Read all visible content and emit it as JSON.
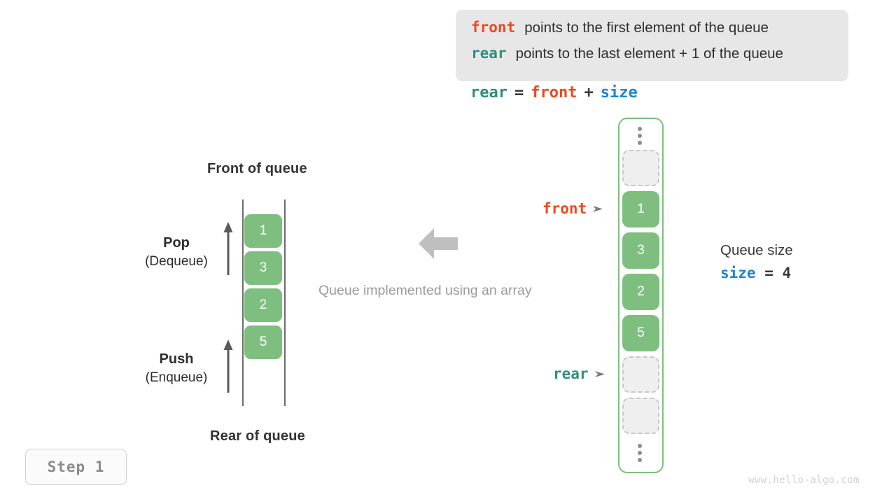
{
  "legend": {
    "lines": [
      {
        "key": "front",
        "key_color": "#ec4a1f",
        "text": "points to the first element of the queue"
      },
      {
        "key": "rear",
        "key_color": "#2f8f7f",
        "text": "points to the last element + 1 of the queue"
      }
    ]
  },
  "formula": {
    "lhs": "rear",
    "eq": "=",
    "rhs1": "front",
    "plus": "+",
    "rhs2": "size"
  },
  "left_queue": {
    "top_title": "Front of queue",
    "bottom_title": "Rear of queue",
    "cells": [
      "1",
      "3",
      "2",
      "5"
    ],
    "pop": {
      "main": "Pop",
      "sub": "(Dequeue)"
    },
    "push": {
      "main": "Push",
      "sub": "(Enqueue)"
    }
  },
  "middle": {
    "caption": "Queue implemented using an array",
    "arrow_icon": "arrow-left-icon"
  },
  "array": {
    "top_dots": "vertical-ellipsis-icon",
    "bottom_dots": "vertical-ellipsis-icon",
    "cells": [
      {
        "value": "",
        "state": "empty"
      },
      {
        "value": "1",
        "state": "filled"
      },
      {
        "value": "3",
        "state": "filled"
      },
      {
        "value": "2",
        "state": "filled"
      },
      {
        "value": "5",
        "state": "filled"
      },
      {
        "value": "",
        "state": "empty"
      },
      {
        "value": "",
        "state": "empty"
      }
    ],
    "pointers": [
      {
        "label": "front",
        "color": "#ec4a1f",
        "arrow": "pointer-arrow-icon"
      },
      {
        "label": "rear",
        "color": "#2f8f7f",
        "arrow": "pointer-arrow-icon"
      }
    ]
  },
  "size_info": {
    "title": "Queue size",
    "keyword": "size",
    "expr_rest": " = 4",
    "value": 4
  },
  "step_badge": {
    "label": "Step 1"
  },
  "watermark": {
    "text": "www.hello-algo.com"
  },
  "colors": {
    "green": "#7ebf80",
    "orange": "#ec4a1f",
    "teal": "#2f8f7f",
    "blue": "#1f83d2",
    "gray_box": "#e7e7e7",
    "empty_cell": "#efefef"
  }
}
